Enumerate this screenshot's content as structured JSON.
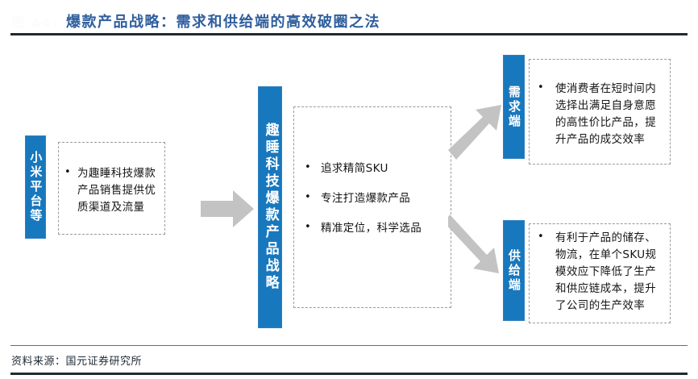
{
  "header": {
    "figure_number": "图 44:",
    "title": "爆款产品战略：需求和供给端的高效破圈之法"
  },
  "footer": {
    "source": "资料来源：国元证券研究所"
  },
  "colors": {
    "brand_blue": "#1878BE",
    "title_blue": "#2f5f9e",
    "arrow_gray": "#c3c3c3",
    "dash_gray": "#9a9a9a",
    "rule_dark": "#1f2a33"
  },
  "diagram": {
    "nodes": {
      "platform_label": "小米平台等",
      "strategy_label": "趣睡科技爆款产品战略",
      "demand_label": "需求端",
      "supply_label": "供给端"
    },
    "panels": {
      "platform": {
        "bullets": [
          "为趣睡科技爆款产品销售提供优质渠道及流量"
        ]
      },
      "strategy": {
        "bullets": [
          "追求精简SKU",
          "专注打造爆款产品",
          "精准定位，科学选品"
        ]
      },
      "demand": {
        "bullets": [
          "使消费者在短时间内选择出满足自身意愿的高性价比产品，提升产品的成交效率"
        ]
      },
      "supply": {
        "bullets": [
          "有利于产品的储存、物流，在单个SKU规模效应下降低了生产和供应链成本，提升了公司的生产效率"
        ]
      }
    },
    "arrows": [
      {
        "name": "platform-to-strategy",
        "direction": "right"
      },
      {
        "name": "strategy-to-demand",
        "direction": "up-right"
      },
      {
        "name": "strategy-to-supply",
        "direction": "down-right"
      }
    ]
  }
}
